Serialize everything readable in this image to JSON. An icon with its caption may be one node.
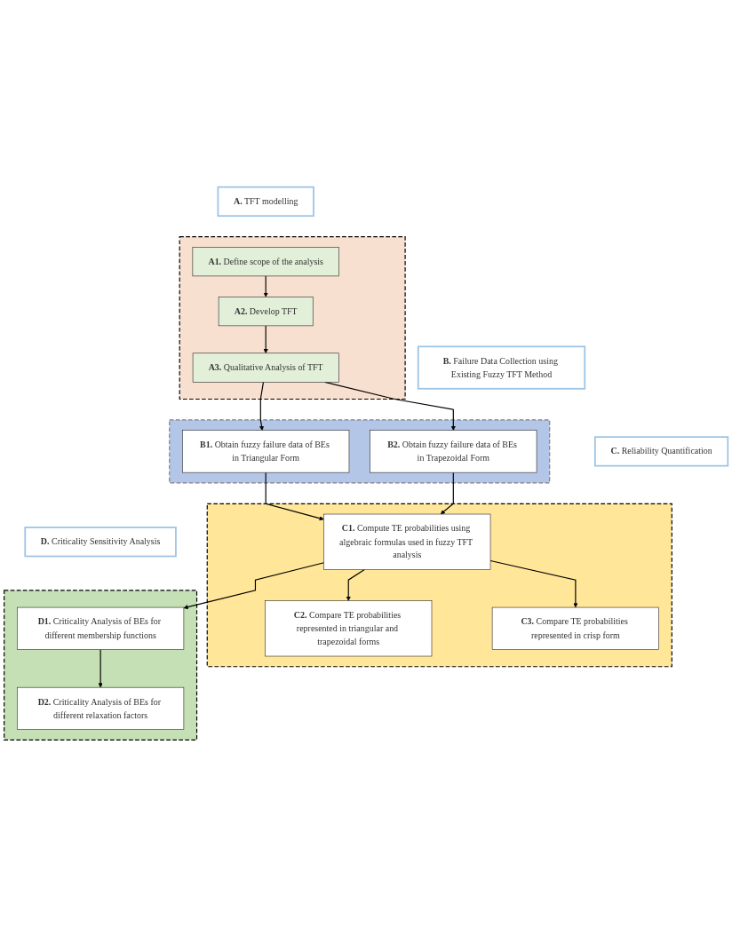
{
  "diagram": {
    "nodes": [
      {
        "text": [],
        "shape": "box"
      },
      {
        "text": [
          "**A.** TFT modelling"
        ]
      },
      {
        "text": [
          "**A1.** Define scope of the analysis"
        ],
        "in": 0
      },
      {
        "text": [
          "**A2.** Develop TFT"
        ],
        "in": 0
      },
      {
        "text": [
          "**A3.** Qualitative Analysis of TFT"
        ],
        "in": 0
      },
      {
        "text": [],
        "shape": "box"
      },
      {
        "text": [
          "**B.** Failure Data Collection using Existing Fuzzy TFT Method"
        ]
      },
      {
        "text": [
          "**B1.** Obtain fuzzy failure data of BEs in Triangular Form"
        ],
        "in": 5
      },
      {
        "text": [
          "**B2.** Obtain fuzzy failure data of BEs in Trapezoidal Form"
        ],
        "in": 5
      },
      {
        "text": [],
        "shape": "box"
      },
      {
        "text": [
          "**C.** Reliability Quantification"
        ]
      },
      {
        "text": [
          "**C1.** Compute TE probabilities using algebraic formulas used in fuzzy TFT analysis"
        ],
        "in": 9
      },
      {
        "text": [
          "**C2.** Compare TE probabilities represented in triangular and trapezoidal forms"
        ],
        "in": 9
      },
      {
        "text": [
          "**C3.** Compare TE probabilities represented in crisp form"
        ],
        "in": 9
      },
      {
        "text": [],
        "shape": "box"
      },
      {
        "text": [
          "**D.** Criticality Sensitivity Analysis"
        ]
      },
      {
        "text": [
          "**D1.** Criticality Analysis of BEs for different membership functions"
        ],
        "in": 14
      },
      {
        "text": [
          "**D2.** Criticality Analysis of BEs for different relaxation factors"
        ],
        "in": 14
      }
    ],
    "edges": [
      {
        "from": 2,
        "to": 3,
        "arrow": "to"
      },
      {
        "from": 3,
        "to": 4,
        "arrow": "to"
      },
      {
        "from": 4,
        "to": 7,
        "arrow": "to"
      },
      {
        "from": 4,
        "to": 8,
        "arrow": "to"
      },
      {
        "from": 7,
        "to": 11,
        "arrow": "to"
      },
      {
        "from": 8,
        "to": 11,
        "arrow": "to"
      },
      {
        "from": 11,
        "to": 12,
        "arrow": "to"
      },
      {
        "from": 11,
        "to": 13,
        "arrow": "to"
      },
      {
        "from": 11,
        "to": 16,
        "arrow": "to"
      },
      {
        "from": 16,
        "to": 17,
        "arrow": "to"
      }
    ]
  }
}
